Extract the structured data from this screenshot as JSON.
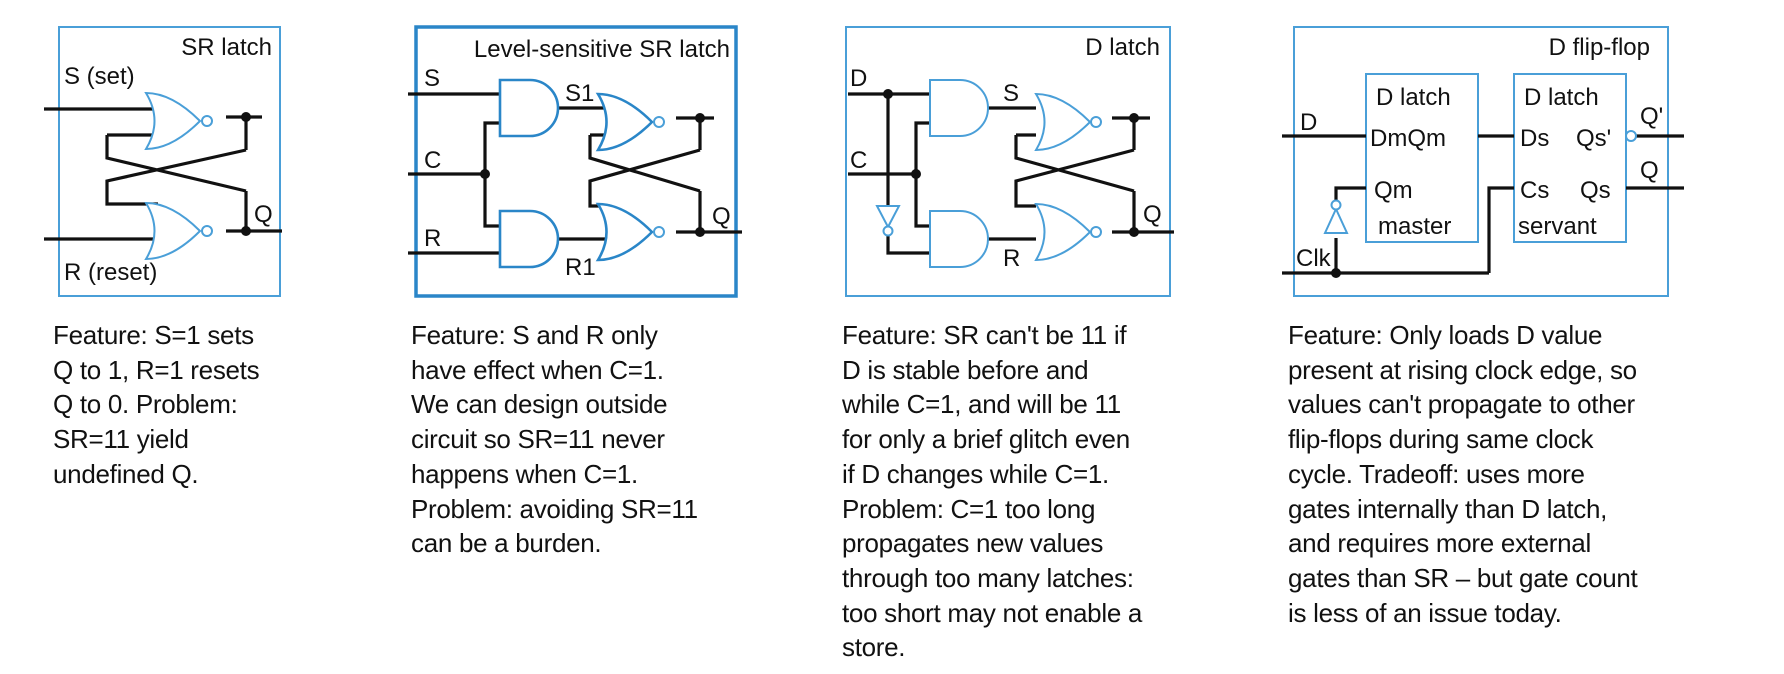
{
  "panels": [
    {
      "title": "SR latch",
      "labels": {
        "s": "S (set)",
        "r": "R (reset)",
        "q": "Q"
      },
      "description": "Feature: S=1 sets\nQ to 1, R=1 resets\nQ to 0. Problem:\nSR=11 yield\nundefined Q."
    },
    {
      "title": "Level-sensitive SR latch",
      "labels": {
        "s": "S",
        "c": "C",
        "r": "R",
        "s1": "S1",
        "r1": "R1",
        "q": "Q"
      },
      "description": "Feature: S and R only\nhave effect when C=1.\nWe can design outside\ncircuit so SR=11 never\nhappens when C=1.\nProblem: avoiding SR=11\ncan be a burden."
    },
    {
      "title": "D latch",
      "labels": {
        "d": "D",
        "c": "C",
        "s": "S",
        "r": "R",
        "q": "Q"
      },
      "description": "Feature: SR can't be 11 if\nD is stable before and\nwhile C=1, and will be 11\nfor only a brief glitch even\nif D changes while C=1.\nProblem: C=1 too long\npropagates new values\nthrough too many latches:\ntoo short may not enable a\nstore."
    },
    {
      "title": "D flip-flop",
      "labels": {
        "d": "D",
        "clk": "Clk",
        "qprime": "Q'",
        "q": "Q",
        "master_title": "D latch",
        "master_dm": "DmQm",
        "master_qm": "Qm",
        "master_name": "master",
        "servant_title": "D latch",
        "servant_ds": "Ds",
        "servant_qsp": "Qs'",
        "servant_cs": "Cs",
        "servant_qs": "Qs",
        "servant_name": "servant"
      },
      "description": "Feature: Only loads D value\npresent at rising clock edge, so\nvalues can't propagate to other\nflip-flops during same clock\ncycle. Tradeoff: uses more\ngates internally than D latch,\nand requires more external\ngates than SR – but gate count\nis less of an issue today."
    }
  ]
}
